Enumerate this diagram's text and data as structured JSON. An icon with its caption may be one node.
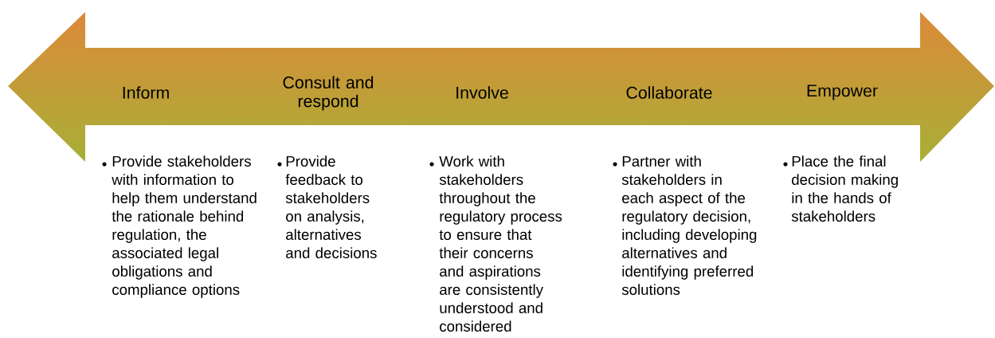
{
  "diagram": {
    "nodes": [
      {
        "text": [
          "Inform",
          "Consult and respond",
          "Involve",
          "Collaborate",
          "Empower"
        ]
      }
    ],
    "labels": [
      "Provide stakeholders with information to help them understand the rationale behind regulation, the associated legal obligations and compliance options",
      "Provide feedback to stakeholders on analysis, alternatives and decisions",
      "Work with stakeholders throughout the regulatory process to ensure that their concerns and aspirations are consistently understood and considered",
      "Partner with stakeholders in each aspect of the regulatory decision, including developing alternatives and identifying preferred solutions",
      "Place the final decision making in the hands of stakeholders"
    ]
  }
}
